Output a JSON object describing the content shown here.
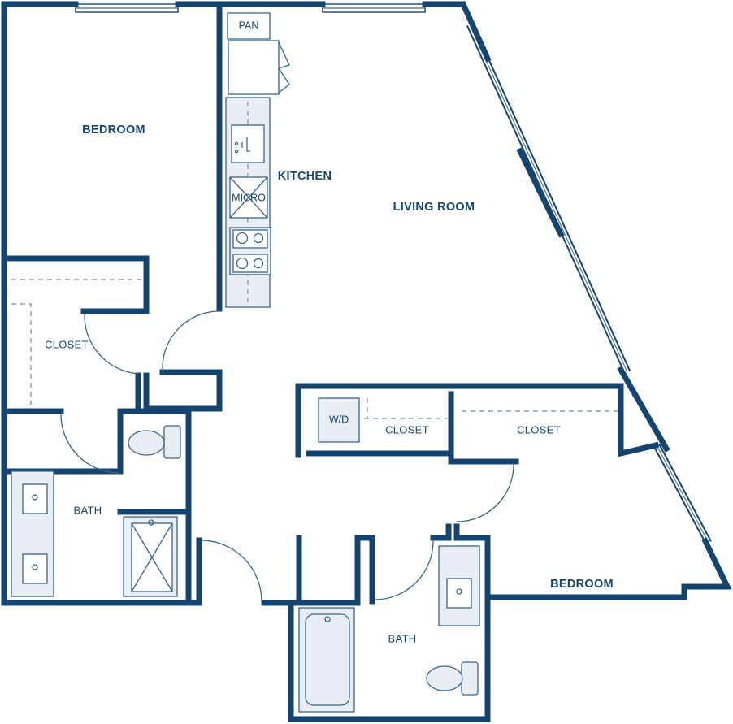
{
  "rooms": {
    "bedroom_1": "BEDROOM",
    "kitchen": "KITCHEN",
    "living_room": "LIVING ROOM",
    "closet_1": "CLOSET",
    "bath_1": "BATH",
    "closet_wd": "CLOSET",
    "closet_3": "CLOSET",
    "bedroom_2": "BEDROOM",
    "bath_2": "BATH"
  },
  "fixtures": {
    "pantry": "PAN",
    "microwave": "MICRO",
    "washer_dryer": "W/D"
  },
  "colors": {
    "wall": "#15456e",
    "fixture_fill": "#e9eef4",
    "label": "#15456e"
  }
}
